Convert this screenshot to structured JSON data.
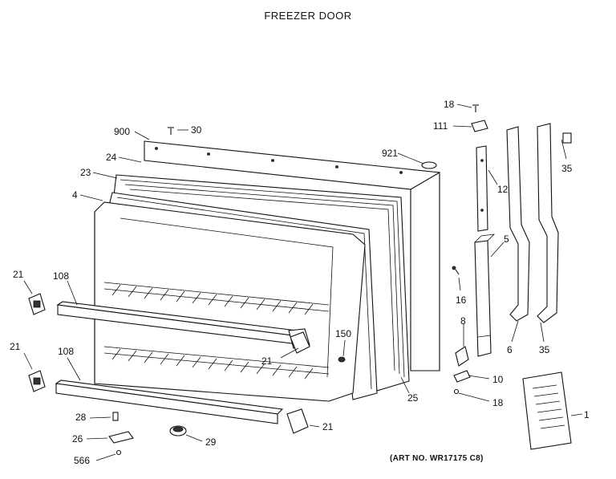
{
  "title": "FREEZER DOOR",
  "art_number": "(ART NO. WR17175 C8)",
  "callouts": {
    "c900": "900",
    "c30": "30",
    "c24": "24",
    "c23": "23",
    "c4": "4",
    "c921": "921",
    "c18a": "18",
    "c111": "111",
    "c12": "12",
    "c35a": "35",
    "c5": "5",
    "c16": "16",
    "c8": "8",
    "c6": "6",
    "c35b": "35",
    "c10": "10",
    "c18b": "18",
    "c1": "1",
    "c21a": "21",
    "c108a": "108",
    "c21b": "21",
    "c108b": "108",
    "c150": "150",
    "c21c": "21",
    "c25": "25",
    "c28": "28",
    "c26": "26",
    "c566": "566",
    "c29": "29",
    "c21d": "21"
  }
}
